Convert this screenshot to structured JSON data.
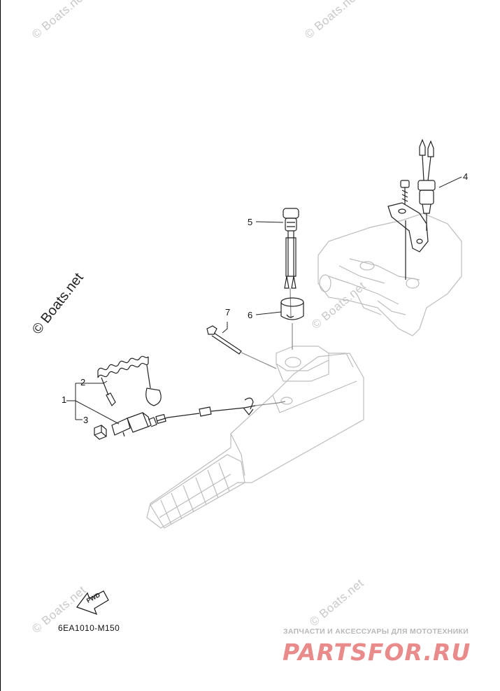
{
  "watermark_text": "© Boats.net",
  "callouts": [
    {
      "id": "1",
      "label": "1"
    },
    {
      "id": "2",
      "label": "2"
    },
    {
      "id": "3",
      "label": "3"
    },
    {
      "id": "4",
      "label": "4"
    },
    {
      "id": "5",
      "label": "5"
    },
    {
      "id": "6",
      "label": "6"
    },
    {
      "id": "7",
      "label": "7"
    }
  ],
  "direction_badge": "FWD",
  "diagram_code": "6EA1010-M150",
  "shop": {
    "tagline": "ЗАПЧАСТИ И АКСЕССУАРЫ ДЛЯ МОТОТЕХНИКИ",
    "logo": "PARTSFOR.RU"
  },
  "colors": {
    "ink": "#222222",
    "ghost": "#bdbdbd",
    "watermark": "#c9c9c9",
    "logo": "#e98b8b"
  }
}
